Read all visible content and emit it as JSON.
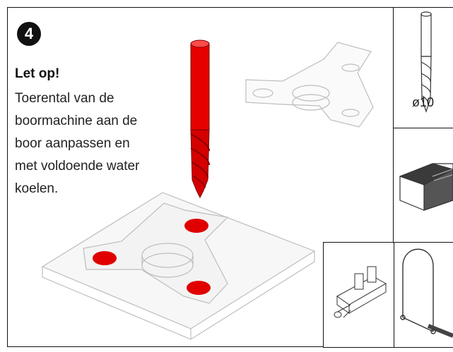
{
  "step": {
    "number": "4"
  },
  "warning": {
    "title": "Let op!",
    "lines": [
      "Toerental van de",
      "boormachine aan de",
      "boor aanpassen en",
      "met voldoende water",
      "koelen."
    ]
  },
  "drill_bit": {
    "diameter_label": "ø10"
  },
  "colors": {
    "accent": "#e00000",
    "outline": "#111111",
    "ghost": "#bdbdbd"
  },
  "icons": [
    "drill-bit-icon",
    "whetstone-icon",
    "bench-vise-icon",
    "coping-saw-icon"
  ]
}
